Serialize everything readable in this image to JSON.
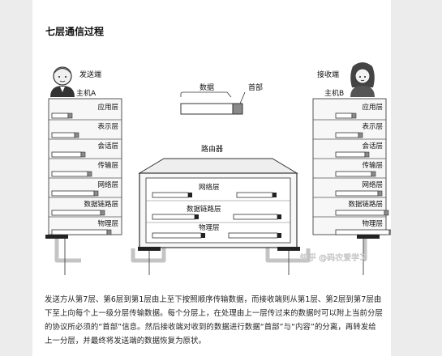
{
  "article": {
    "title": "七层通信过程",
    "paragraph": "发送方从第7层、第6层到第1层由上至下按照顺序传输数据，而接收端则从第1层、第2层到第7层由下至上向每个上一级分层传输数据。每个分层上，在处理由上一层传过来的数据时可以附上当前分层的协议所必须的“首部”信息。然后接收端对收到的数据进行数据“首部”与“内容”的分离，再转发给上一分层，并最终将发送端的数据恢复为原状。"
  },
  "diagram": {
    "sender_label": "发送端",
    "receiver_label": "接收端",
    "host_a": "主机A",
    "host_b": "主机B",
    "data_label": "数据",
    "header_label": "首部",
    "router_label": "路由器",
    "layers": [
      "应用层",
      "表示层",
      "会话层",
      "传输层",
      "网络层",
      "数据链路层",
      "物理层"
    ],
    "router_layers": [
      "网络层",
      "数据链路层",
      "物理层"
    ],
    "watermark": "知乎 @码农爱学习",
    "colors": {
      "box": "#f7f7f7",
      "stroke": "#555555",
      "arrow": "#bfbfbf",
      "header": "#8a8a8a",
      "dark": "#222222"
    }
  }
}
